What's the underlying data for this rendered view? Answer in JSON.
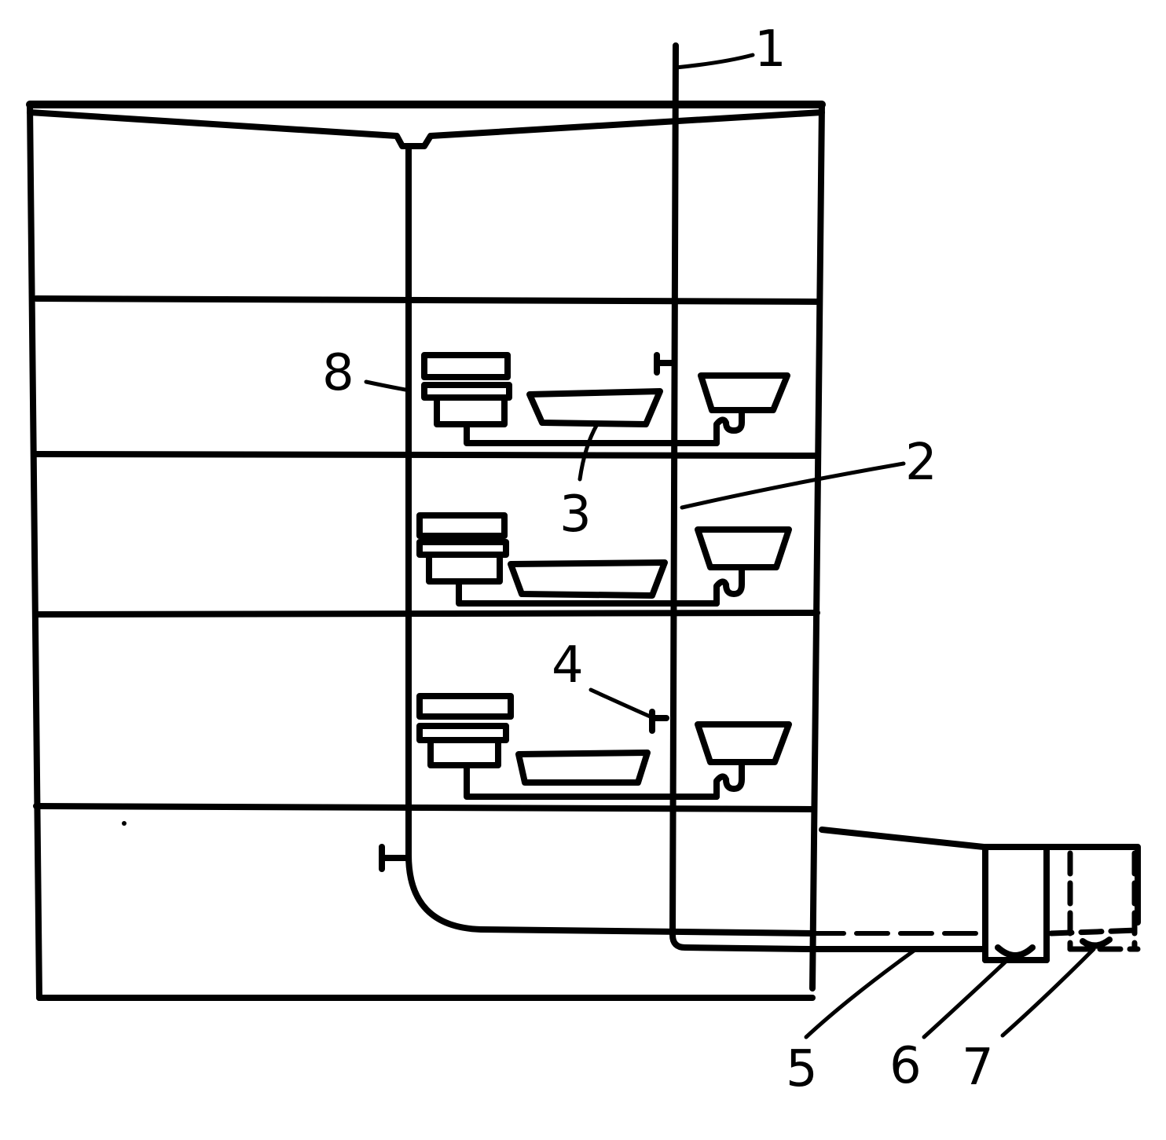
{
  "diagram": {
    "labels": {
      "l1": "1",
      "l2": "2",
      "l3": "3",
      "l4": "4",
      "l5": "5",
      "l6": "6",
      "l7": "7",
      "l8": "8"
    },
    "colors": {
      "ink": "#000000",
      "paper": "#ffffff"
    }
  }
}
